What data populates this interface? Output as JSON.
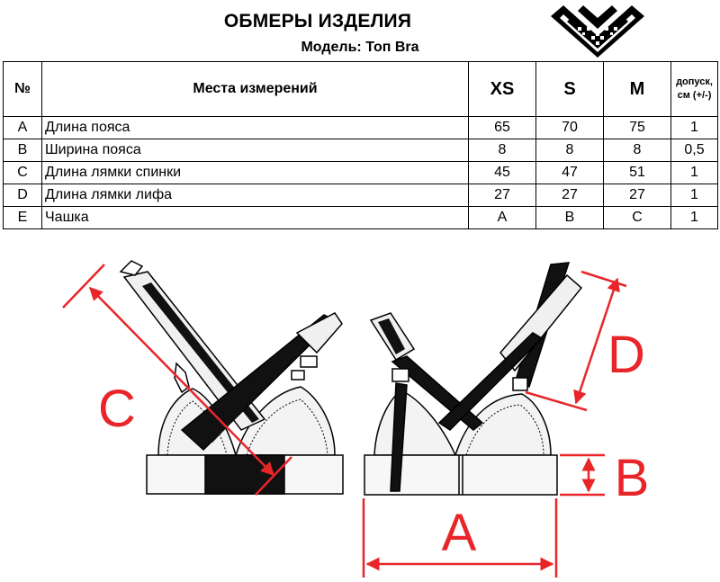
{
  "header": {
    "title": "ОБМЕРЫ ИЗДЕЛИЯ",
    "model_line": "Модель: Топ Bra"
  },
  "table": {
    "columns": [
      "№",
      "Места измерений",
      "XS",
      "S",
      "M",
      "допуск, см (+/-)"
    ],
    "rows": [
      {
        "code": "A",
        "name": "Длина пояса",
        "xs": "65",
        "s": "70",
        "m": "75",
        "tol": "1"
      },
      {
        "code": "B",
        "name": "Ширина пояса",
        "xs": "8",
        "s": "8",
        "m": "8",
        "tol": "0,5"
      },
      {
        "code": "C",
        "name": "Длина лямки спинки",
        "xs": "45",
        "s": "47",
        "m": "51",
        "tol": "1"
      },
      {
        "code": "D",
        "name": "Длина лямки лифа",
        "xs": "27",
        "s": "27",
        "m": "27",
        "tol": "1"
      },
      {
        "code": "E",
        "name": "Чашка",
        "xs": "A",
        "s": "B",
        "m": "C",
        "tol": "1"
      }
    ]
  },
  "diagram": {
    "labels": {
      "a": "A",
      "b": "B",
      "c": "C",
      "d": "D"
    },
    "accent_color": "#e8262a"
  },
  "logo": {
    "icon": "ornament-logo-icon"
  }
}
